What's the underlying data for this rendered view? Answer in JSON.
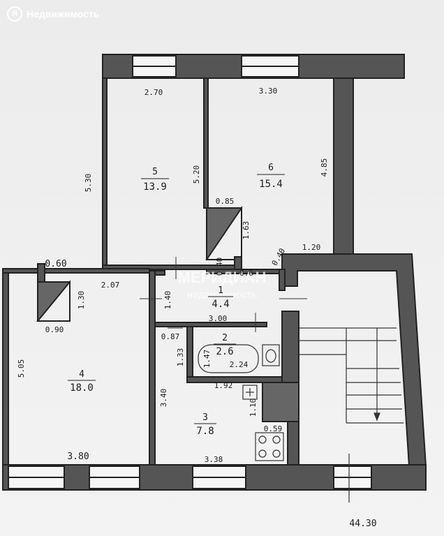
{
  "brand": {
    "logo_text": "Я",
    "name": "Недвижимость"
  },
  "watermark": {
    "line1": "МЕРИДИАН",
    "line2": "недвижимость"
  },
  "rooms": [
    {
      "number": "1",
      "area": "4.4"
    },
    {
      "number": "2",
      "area": "2.6"
    },
    {
      "number": "3",
      "area": "7.8"
    },
    {
      "number": "4",
      "area": "18.0"
    },
    {
      "number": "5",
      "area": "13.9"
    },
    {
      "number": "6",
      "area": "15.4"
    }
  ],
  "dimensions": {
    "d_2_70": "2.70",
    "d_3_30": "3.30",
    "d_5_30": "5.30",
    "d_5_20": "5.20",
    "d_4_85": "4.85",
    "d_0_85": "0.85",
    "d_1_63": "1.63",
    "d_1_20": "1.20",
    "d_0_40a": "0.40",
    "d_0_40b": "0.40",
    "d_0_6": "0.6",
    "d_0_60": "0.60",
    "d_2_07": "2.07",
    "d_1_30": "1.30",
    "d_0_90": "0.90",
    "d_1_40": "1.40",
    "d_3_00": "3.00",
    "d_0_87": "0.87",
    "d_1_33": "1.33",
    "d_1_47": "1.47",
    "d_2_24": "2.24",
    "d_5_05": "5.05",
    "d_3_40": "3.40",
    "d_1_92": "1.92",
    "d_1_10": "1.10",
    "d_0_59": "0.59",
    "d_3_80": "3.80",
    "d_3_38": "3.38",
    "d_44_30": "44.30"
  }
}
